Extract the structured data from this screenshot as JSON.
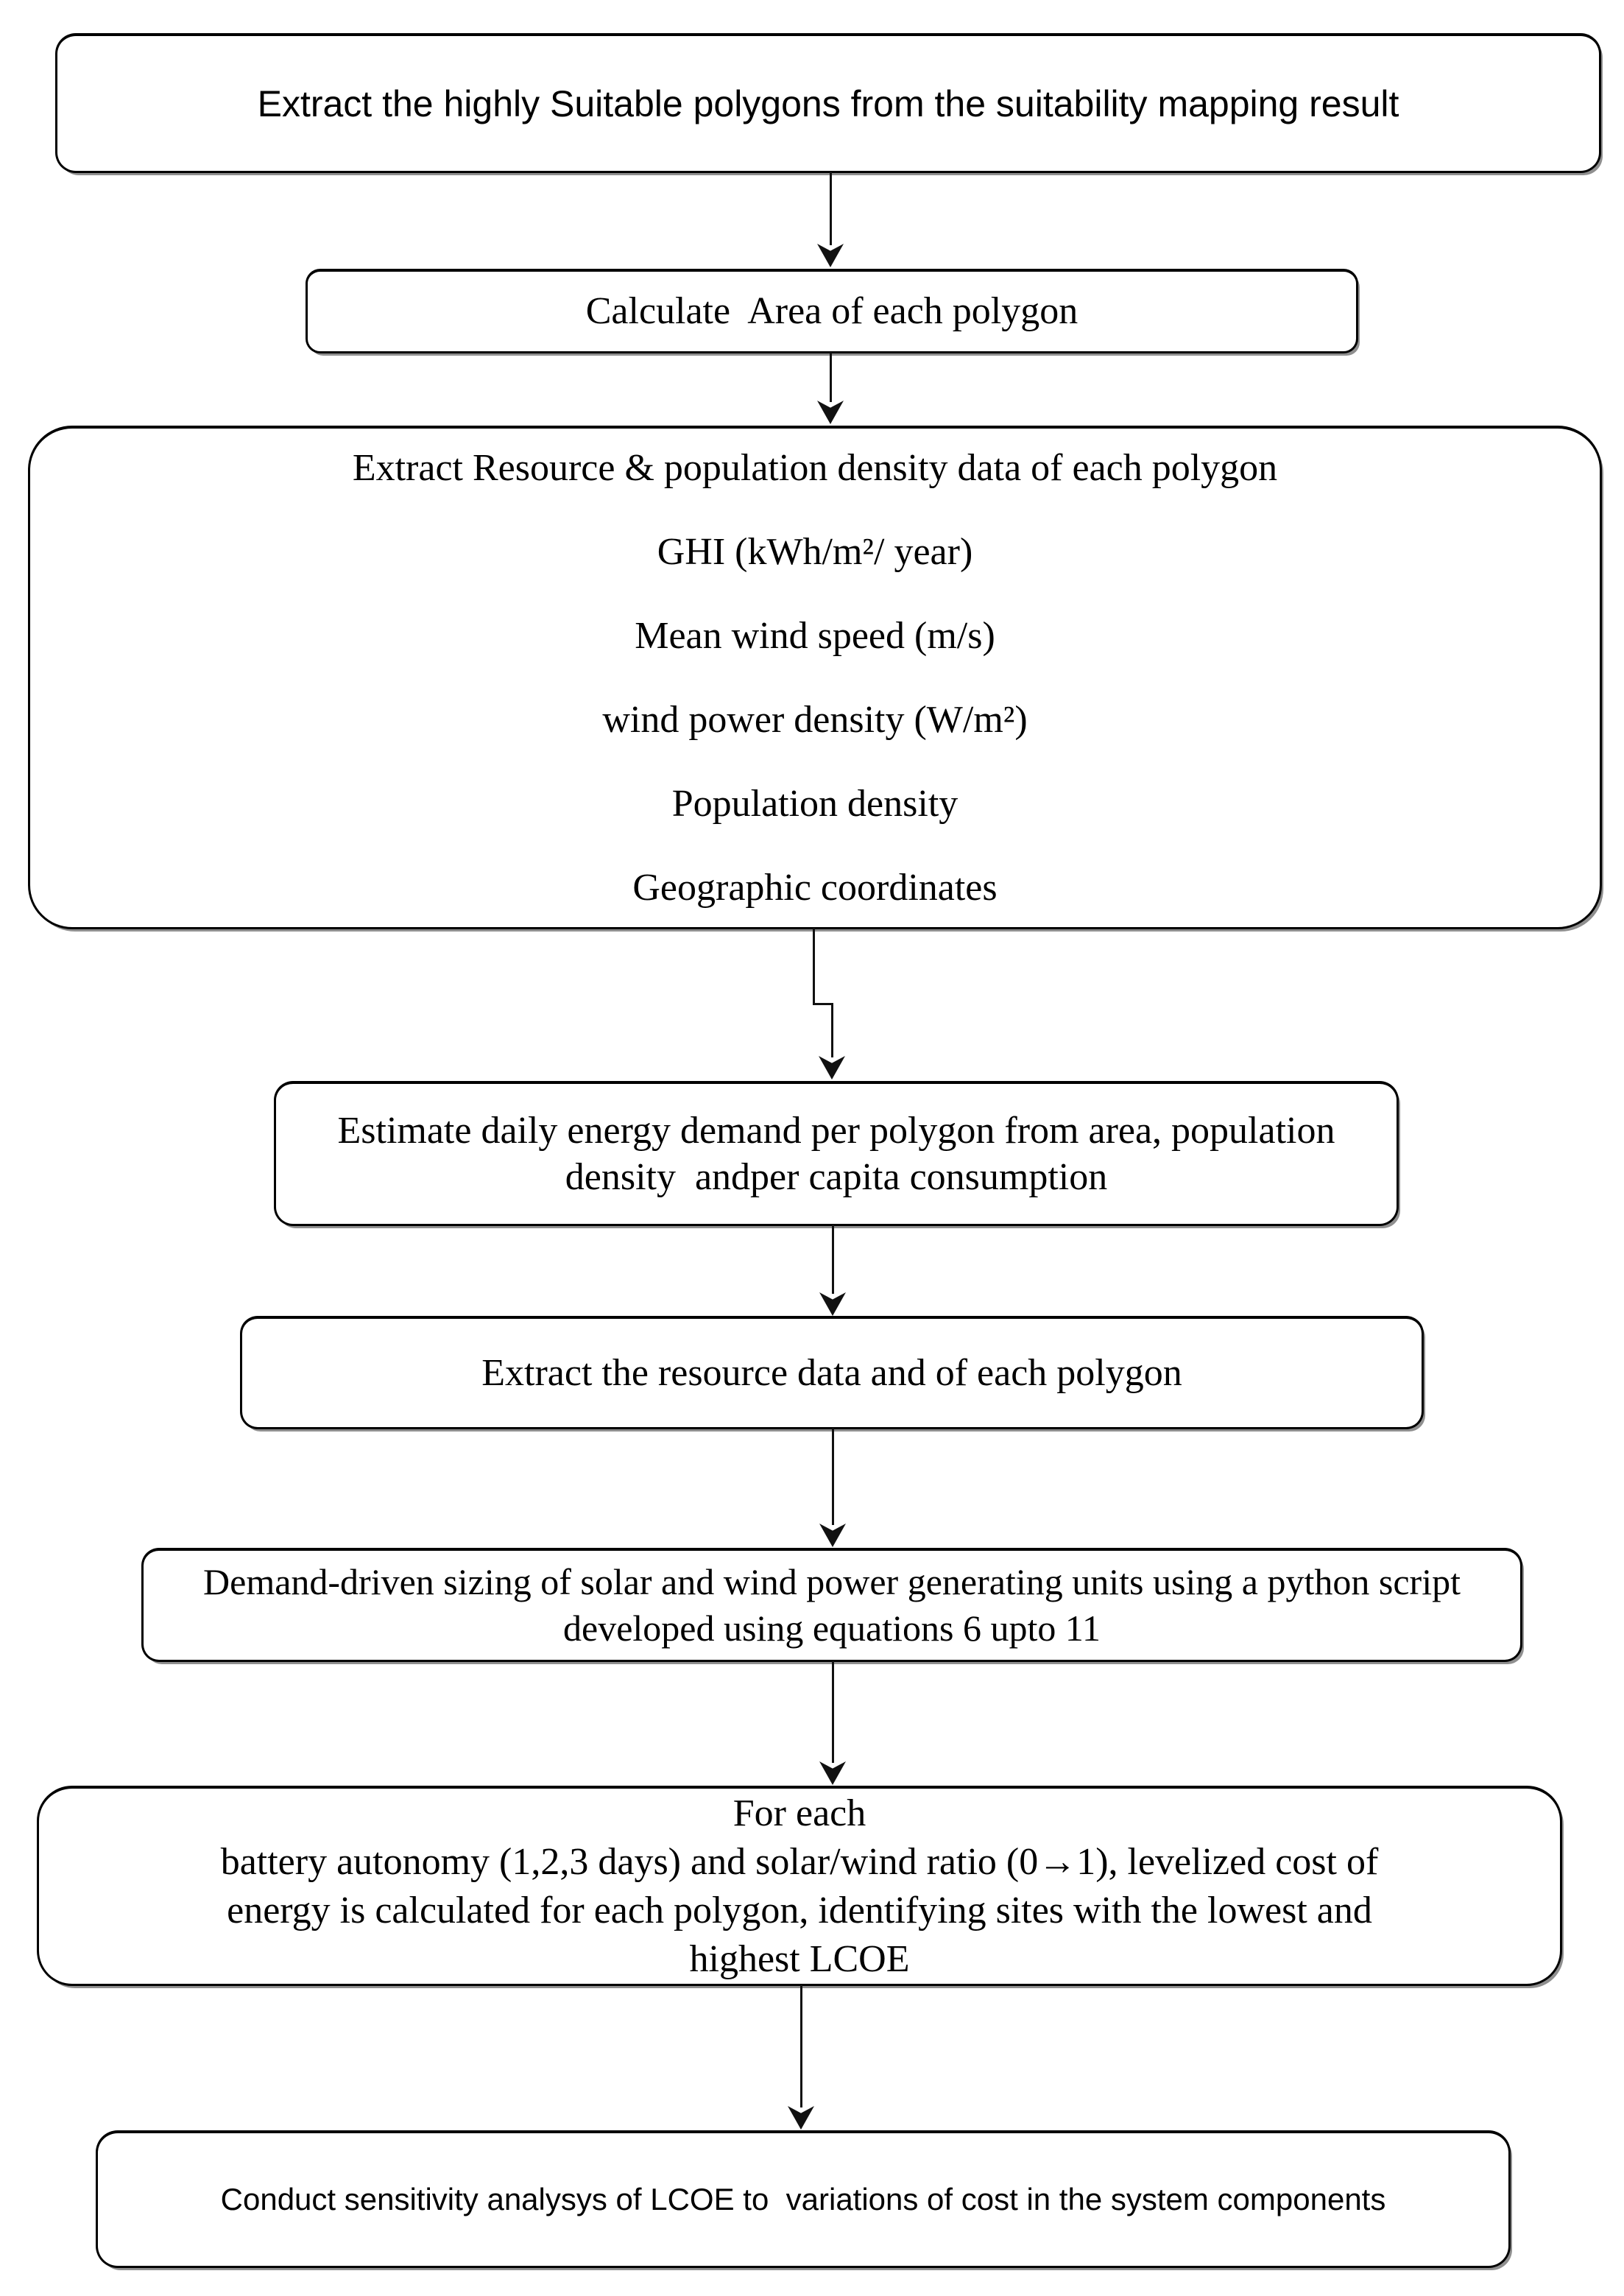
{
  "diagram": {
    "type": "flowchart",
    "colors": {
      "background": "#ffffff",
      "node_fill": "#ffffff",
      "border": "#000000",
      "text": "#000000",
      "shadow": "#8f8f8f"
    },
    "nodes": [
      {
        "id": "extract-suitable-polygons",
        "text": "Extract the highly Suitable polygons from the suitability mapping result"
      },
      {
        "id": "calculate-area",
        "text": "Calculate  Area of each polygon"
      },
      {
        "id": "extract-resource-population-data",
        "text": "Extract Resource & population density data of each polygon\nGHI (kWh/m²/ year)\nMean wind speed (m/s)\nwind power density (W/m²)\nPopulation density\nGeographic coordinates"
      },
      {
        "id": "estimate-daily-energy-demand",
        "text": "Estimate daily energy demand per polygon from area, population\ndensity  andper capita consumption"
      },
      {
        "id": "extract-resource-data",
        "text": "Extract the resource data and of each polygon"
      },
      {
        "id": "demand-driven-sizing",
        "text": "Demand-driven sizing of solar and wind power generating units using a python script\ndeveloped using equations 6 upto 11"
      },
      {
        "id": "lcoe-calculation",
        "text": "For each\nbattery autonomy (1,2,3 days) and solar/wind ratio (0→1), levelized cost of\nenergy is calculated for each polygon, identifying sites with the lowest and\nhighest LCOE"
      },
      {
        "id": "sensitivity-analysis",
        "text": "Conduct sensitivity analysys of LCOE to  variations of cost in the system components"
      }
    ],
    "edges": [
      {
        "from": "extract-suitable-polygons",
        "to": "calculate-area"
      },
      {
        "from": "calculate-area",
        "to": "extract-resource-population-data"
      },
      {
        "from": "extract-resource-population-data",
        "to": "estimate-daily-energy-demand"
      },
      {
        "from": "estimate-daily-energy-demand",
        "to": "extract-resource-data"
      },
      {
        "from": "extract-resource-data",
        "to": "demand-driven-sizing"
      },
      {
        "from": "demand-driven-sizing",
        "to": "lcoe-calculation"
      },
      {
        "from": "lcoe-calculation",
        "to": "sensitivity-analysis"
      }
    ]
  }
}
